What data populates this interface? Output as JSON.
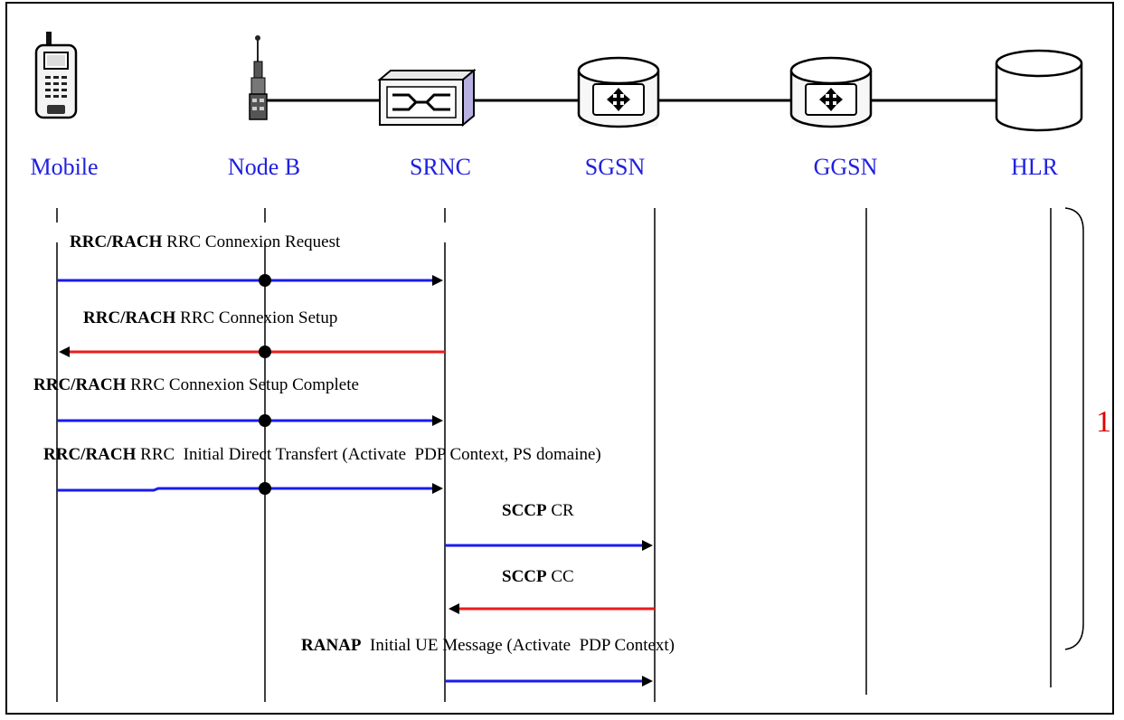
{
  "entities": [
    {
      "id": "mobile",
      "label": "Mobile"
    },
    {
      "id": "nodeb",
      "label": "Node B"
    },
    {
      "id": "srnc",
      "label": "SRNC"
    },
    {
      "id": "sgsn",
      "label": "SGSN"
    },
    {
      "id": "ggsn",
      "label": "GGSN"
    },
    {
      "id": "hlr",
      "label": "HLR"
    }
  ],
  "messages": [
    {
      "protocol": "RRC/RACH",
      "text": "RRC Connexion Request",
      "from": "Mobile",
      "to": "SRNC",
      "via": "Node B",
      "color": "#1a1aee"
    },
    {
      "protocol": "RRC/RACH",
      "text": "RRC Connexion Setup",
      "from": "SRNC",
      "to": "Mobile",
      "via": "Node B",
      "color": "#ee1a1a"
    },
    {
      "protocol": "RRC/RACH",
      "text": "RRC Connexion Setup Complete",
      "from": "Mobile",
      "to": "SRNC",
      "via": "Node B",
      "color": "#1a1aee"
    },
    {
      "protocol": "RRC/RACH",
      "text": "RRC  Initial Direct Transfert (Activate  PDP Context, PS domaine)",
      "from": "Mobile",
      "to": "SRNC",
      "via": "Node B",
      "color": "#1a1aee"
    },
    {
      "protocol": "SCCP",
      "text": "CR",
      "from": "SRNC",
      "to": "SGSN",
      "color": "#1a1aee"
    },
    {
      "protocol": "SCCP",
      "text": "CC",
      "from": "SGSN",
      "to": "SRNC",
      "color": "#ee1a1a"
    },
    {
      "protocol": "RANAP",
      "text": " Initial UE Message (Activate  PDP Context)",
      "from": "SRNC",
      "to": "SGSN",
      "color": "#1a1aee"
    }
  ],
  "bracket": {
    "label": "1",
    "color": "#e00000"
  },
  "colors": {
    "uplink": "#1a1aee",
    "downlink": "#ee1a1a",
    "entity_label": "#2020e0"
  }
}
